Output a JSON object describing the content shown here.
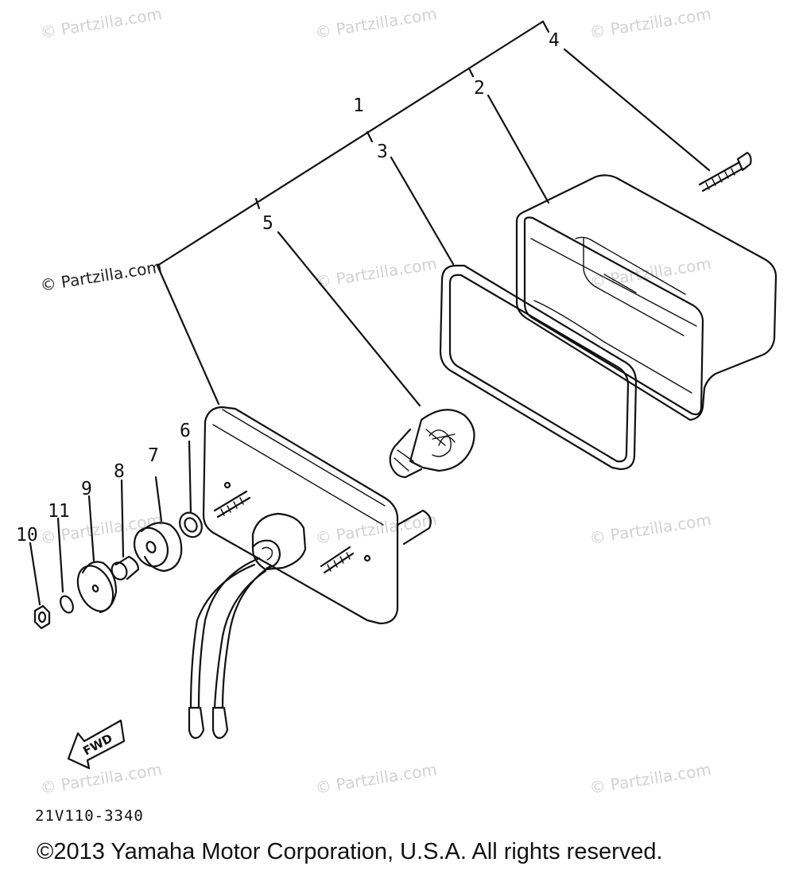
{
  "watermark": "© Partzilla.com",
  "callouts": [
    "1",
    "2",
    "3",
    "4",
    "5",
    "6",
    "7",
    "8",
    "9",
    "10",
    "11"
  ],
  "fwd_label": "FWD",
  "part_code": "21V110-3340",
  "copyright": "©2013 Yamaha Motor Corporation, U.S.A. All rights reserved."
}
